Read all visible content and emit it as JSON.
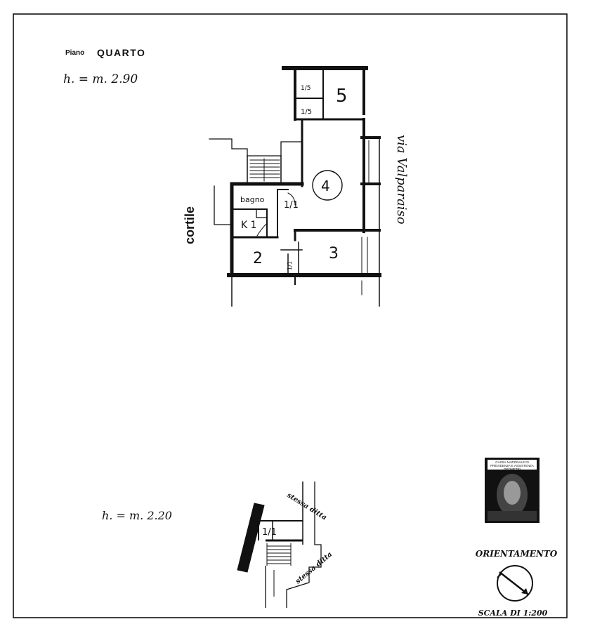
{
  "sheet": {
    "title_prefix": "Piano",
    "title_floor": "QUARTO",
    "height_main": "h. = m. 2.90",
    "height_attic": "h. = m. 2.20",
    "courtyard": "cortile",
    "street": "via Valparaiso",
    "orientation_label": "ORIENTAMENTO",
    "scale_label": "SCALA DI 1:200"
  },
  "rooms": {
    "r5": "5",
    "r4": "4",
    "r3": "3",
    "r2": "2",
    "bath": "bagno",
    "kitchen": "K 1",
    "hall": "1/1",
    "closet_ab": "1/5",
    "closet_top": "1/5",
    "closet_small": "1/1"
  },
  "annex": {
    "same_owner_top": "stessa ditta",
    "same_owner_bottom": "stessa ditta",
    "cellar": "1/1"
  },
  "stamp": {
    "line1": "CASSA NAZIONALE DI",
    "line2": "PREVIDENZA E ASSISTENZA",
    "line3": "GEOMETRI"
  }
}
